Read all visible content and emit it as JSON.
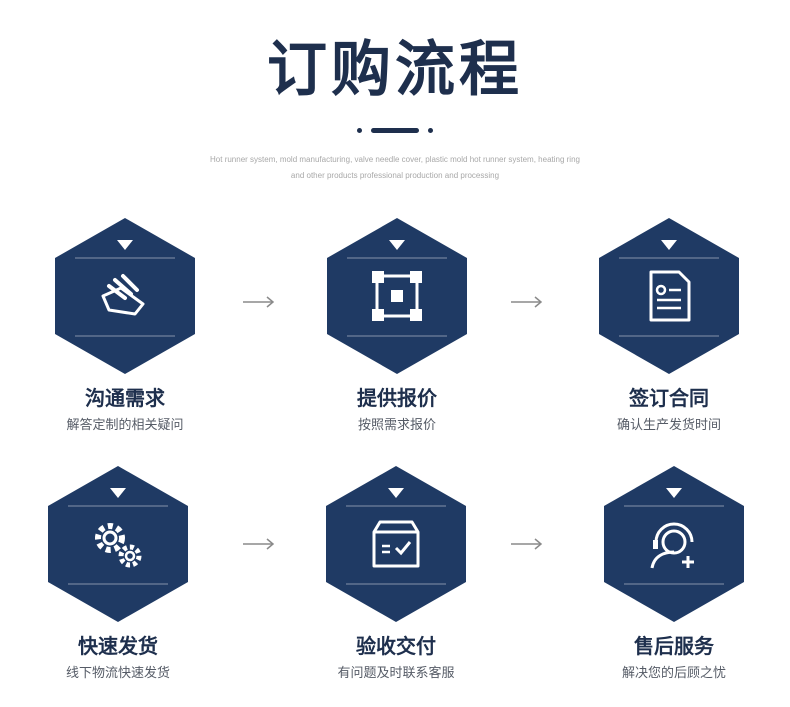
{
  "header": {
    "title": "订购流程",
    "subtitle_line1": "Hot runner system, mold manufacturing, valve needle cover, plastic mold hot runner system, heating ring",
    "subtitle_line2": "and other products professional production and processing"
  },
  "colors": {
    "primary": "#1e2f4d",
    "hex_fill": "#1f3a64",
    "arrow": "#8a8a8a"
  },
  "steps": [
    {
      "title": "沟通需求",
      "desc": "解答定制的相关疑问",
      "icon": "handshake-icon"
    },
    {
      "title": "提供报价",
      "desc": "按照需求报价",
      "icon": "nodes-icon"
    },
    {
      "title": "签订合同",
      "desc": "确认生产发货时间",
      "icon": "document-icon"
    },
    {
      "title": "快速发货",
      "desc": "线下物流快速发货",
      "icon": "gears-icon"
    },
    {
      "title": "验收交付",
      "desc": "有问题及时联系客服",
      "icon": "box-check-icon"
    },
    {
      "title": "售后服务",
      "desc": "解决您的后顾之忧",
      "icon": "headset-support-icon"
    }
  ]
}
